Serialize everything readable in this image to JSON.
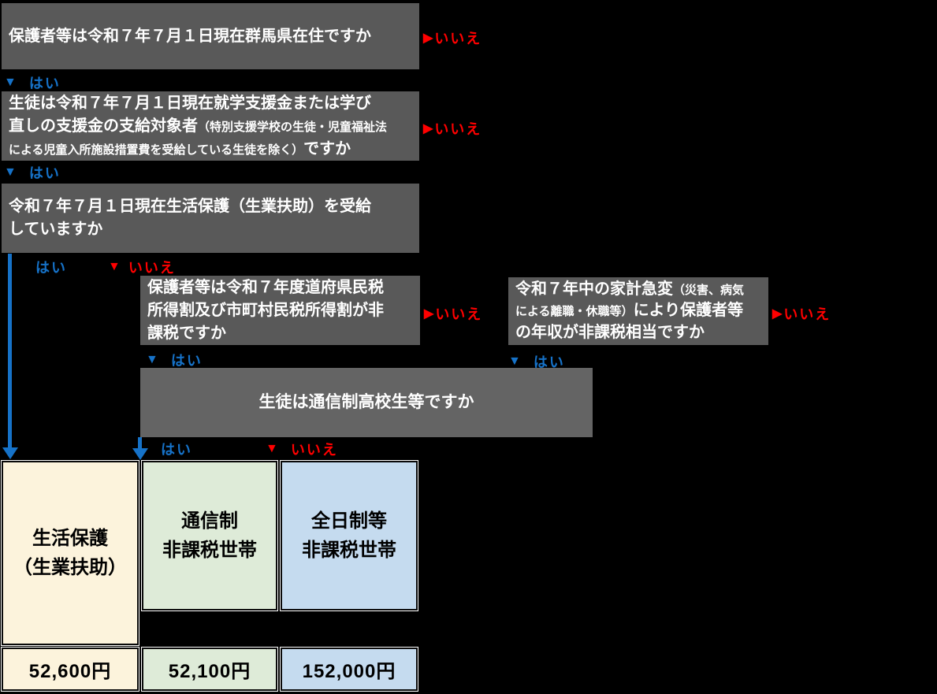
{
  "palette": {
    "background": "#000000",
    "question_box_gray": "#595959",
    "wide_box_gray": "#646464",
    "yes_blue": "#1672C8",
    "no_red": "#FF0000",
    "result_cream": "#FCF3DC",
    "result_green": "#DEEBD8",
    "result_blue": "#C5DBEF"
  },
  "icons": {
    "down_triangle": "▼",
    "right_triangle": "▶"
  },
  "labels": {
    "yes": "はい",
    "no": "いいえ"
  },
  "questions": {
    "q1": {
      "text": "保護者等は令和７年７月１日現在群馬県在住ですか"
    },
    "q2": {
      "pre": "生徒は令和７年７月１日現在就学支援金または学び\n直しの支援金の支給対象者",
      "small": "（特別支援学校の生徒・児童福祉法\nによる児童入所施設措置費を受給している生徒を除く）",
      "post": "ですか"
    },
    "q3": {
      "text": "令和７年７月１日現在生活保護（生業扶助）を受給\nしていますか"
    },
    "q4": {
      "text": "保護者等は令和７年度道府県民税\n所得割及び市町村民税所得割が非\n課税ですか"
    },
    "q5": {
      "pre": "令和７年中の家計急変",
      "small": "（災害、病気\nによる離職・休職等）",
      "post": "により保護者等\nの年収が非課税相当ですか"
    },
    "q6": {
      "text": "生徒は通信制高校生等ですか"
    }
  },
  "results": [
    {
      "title": "生活保護\n（生業扶助）",
      "amount": "52,600円"
    },
    {
      "title": "通信制\n非課税世帯",
      "amount": "52,100円"
    },
    {
      "title": "全日制等\n非課税世帯",
      "amount": "152,000円"
    }
  ]
}
